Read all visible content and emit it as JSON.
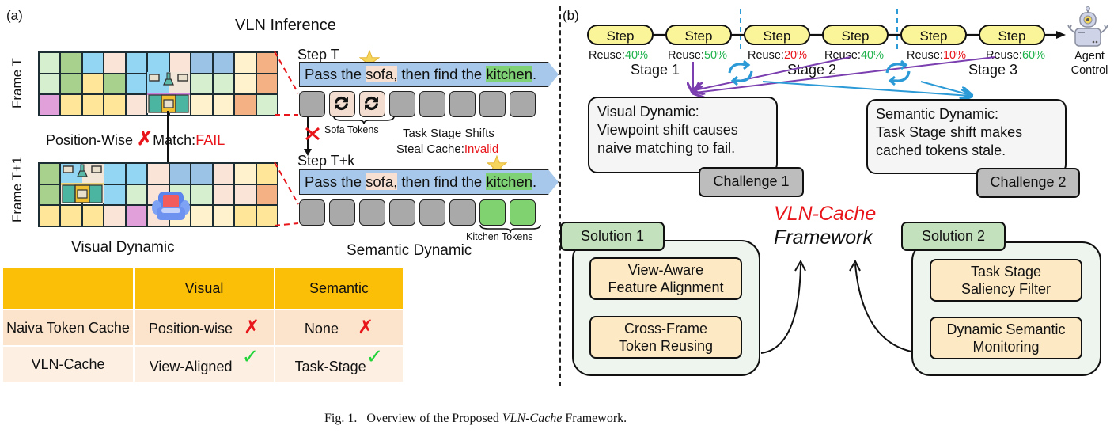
{
  "panel_a": {
    "label": "(a)",
    "title": "VLN Inference",
    "frame_t_label": "Frame T",
    "frame_t1_label": "Frame T+1",
    "match_text": "Position-Wise",
    "match_mid": "Match:",
    "match_result": "FAIL",
    "visual_dynamic_label": "Visual Dynamic",
    "semantic_dynamic_label": "Semantic Dynamic",
    "frame_t_colors": [
      "#d6efcf",
      "#a8d18e",
      "#93d6f3",
      "#fae3d7",
      "#93d6f3",
      "#93d6f3",
      "#fae3d7",
      "#9bc3e5",
      "#9bc3e5",
      "#fff2cc",
      "#f4b183",
      "#d6efcf",
      "#a8d18e",
      "#ffe699",
      "#a8d18e",
      "#93d6f3",
      "#ffffff",
      "#ffffff",
      "#d6efcf",
      "#d6efcf",
      "#fff2cc",
      "#f4b183",
      "#e1a0da",
      "#ffe699",
      "#ffe699",
      "#ffe699",
      "#fae3d7",
      "#ffffff",
      "#ffffff",
      "#fff2cc",
      "#fff2cc",
      "#f4b183",
      "#d6efcf"
    ],
    "frame_t1_colors": [
      "#a8d18e",
      "#ffffff",
      "#ffffff",
      "#93d6f3",
      "#93d6f3",
      "#fae3d7",
      "#9bc3e5",
      "#9bc3e5",
      "#fae3d7",
      "#fff2cc",
      "#ffe699",
      "#a8d18e",
      "#ffffff",
      "#ffffff",
      "#93d6f3",
      "#d6efcf",
      "#fae3d7",
      "#d6efcf",
      "#d6efcf",
      "#fae3d7",
      "#fae3d7",
      "#f4b183",
      "#ffe699",
      "#ffe699",
      "#ffe699",
      "#fae3d7",
      "#e1a0da",
      "#fae3d7",
      "#fff2cc",
      "#fff2cc",
      "#fff2cc",
      "#ffe699",
      "#ffe699"
    ],
    "step_t_label": "Step T",
    "step_tk_label": "Step T+k",
    "instruction": {
      "pre": "Pass the ",
      "sofa": "sofa,",
      "mid": " then find the ",
      "kitchen": "kitchen",
      "post": "."
    },
    "sofa_tokens_label": "Sofa Tokens",
    "kitchen_tokens_label": "Kitchen Tokens",
    "shift_line1": "Task Stage Shifts",
    "shift_line2_pre": "Steal Cache:",
    "shift_line2_status": "Invalid",
    "table": {
      "headers": [
        "",
        "Visual",
        "Semantic"
      ],
      "rows": [
        {
          "name": "Naiva Token Cache",
          "visual": "Position-wise",
          "visual_mark": "cross",
          "semantic": "None",
          "semantic_mark": "cross"
        },
        {
          "name": "VLN-Cache",
          "visual": "View-Aligned",
          "visual_mark": "check",
          "semantic": "Task-Stage",
          "semantic_mark": "check"
        }
      ]
    }
  },
  "panel_b": {
    "label": "(b)",
    "steps": [
      {
        "label": "Step",
        "reuse_prefix": "Reuse:",
        "reuse": "40%",
        "status": "good"
      },
      {
        "label": "Step",
        "reuse_prefix": "Reuse:",
        "reuse": "50%",
        "status": "good"
      },
      {
        "label": "Step",
        "reuse_prefix": "Reuse:",
        "reuse": "20%",
        "status": "bad"
      },
      {
        "label": "Step",
        "reuse_prefix": "Reuse:",
        "reuse": "40%",
        "status": "good"
      },
      {
        "label": "Step",
        "reuse_prefix": "Reuse:",
        "reuse": "10%",
        "status": "bad"
      },
      {
        "label": "Step",
        "reuse_prefix": "Reuse:",
        "reuse": "60%",
        "status": "good"
      }
    ],
    "stages": [
      "Stage 1",
      "Stage 2",
      "Stage 3"
    ],
    "agent_label_1": "Agent",
    "agent_label_2": "Control",
    "challenge_1": {
      "lines": [
        "Visual Dynamic:",
        "Viewpoint shift causes",
        "naive matching to fail."
      ],
      "tag": "Challenge 1"
    },
    "challenge_2": {
      "lines": [
        "Semantic Dynamic:",
        "Task Stage shift makes",
        "cached tokens stale."
      ],
      "tag": "Challenge 2"
    },
    "framework_name": "VLN-Cache",
    "framework_word": "Framework",
    "solution_1": {
      "tag": "Solution 1",
      "items": [
        [
          "View-Aware",
          "Feature Alignment"
        ],
        [
          "Cross-Frame",
          "Token Reusing"
        ]
      ]
    },
    "solution_2": {
      "tag": "Solution 2",
      "items": [
        [
          "Task Stage",
          "Saliency Filter"
        ],
        [
          "Dynamic Semantic",
          "Monitoring"
        ]
      ]
    }
  },
  "caption": {
    "prefix": "Fig. 1.",
    "pre": "Overview of the Proposed ",
    "italic": "VLN-Cache",
    "post": " Framework."
  },
  "colors": {
    "red": "#e8161b",
    "green": "#1fb24b",
    "table_header": "#fcbf08",
    "step_pill": "#fbf59a",
    "purple_arrow": "#7b3fb0",
    "blue_arrow": "#2b9ad6"
  }
}
